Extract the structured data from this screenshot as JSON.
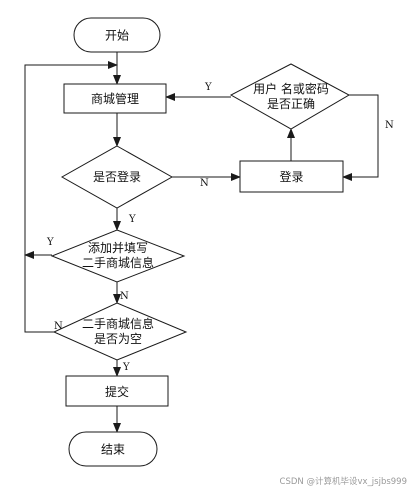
{
  "nodes": {
    "start": "开始",
    "mall_manage": "商城管理",
    "is_login": "是否登录",
    "login": "登录",
    "check_pw_l1": "用户 名或密码",
    "check_pw_l2": "是否正确",
    "fill_l1": "添加并填写",
    "fill_l2": "二手商城信息",
    "empty_l1": "二手商城信息",
    "empty_l2": "是否为空",
    "submit": "提交",
    "end": "结束"
  },
  "edges": {
    "pw_yes": "Y",
    "pw_no": "N",
    "login_yes": "Y",
    "login_no": "N",
    "fill_yes": "Y",
    "fill_no": "N",
    "empty_no": "N",
    "empty_yes": "Y"
  },
  "watermark": "CSDN @计算机毕设vx_jsjbs999"
}
